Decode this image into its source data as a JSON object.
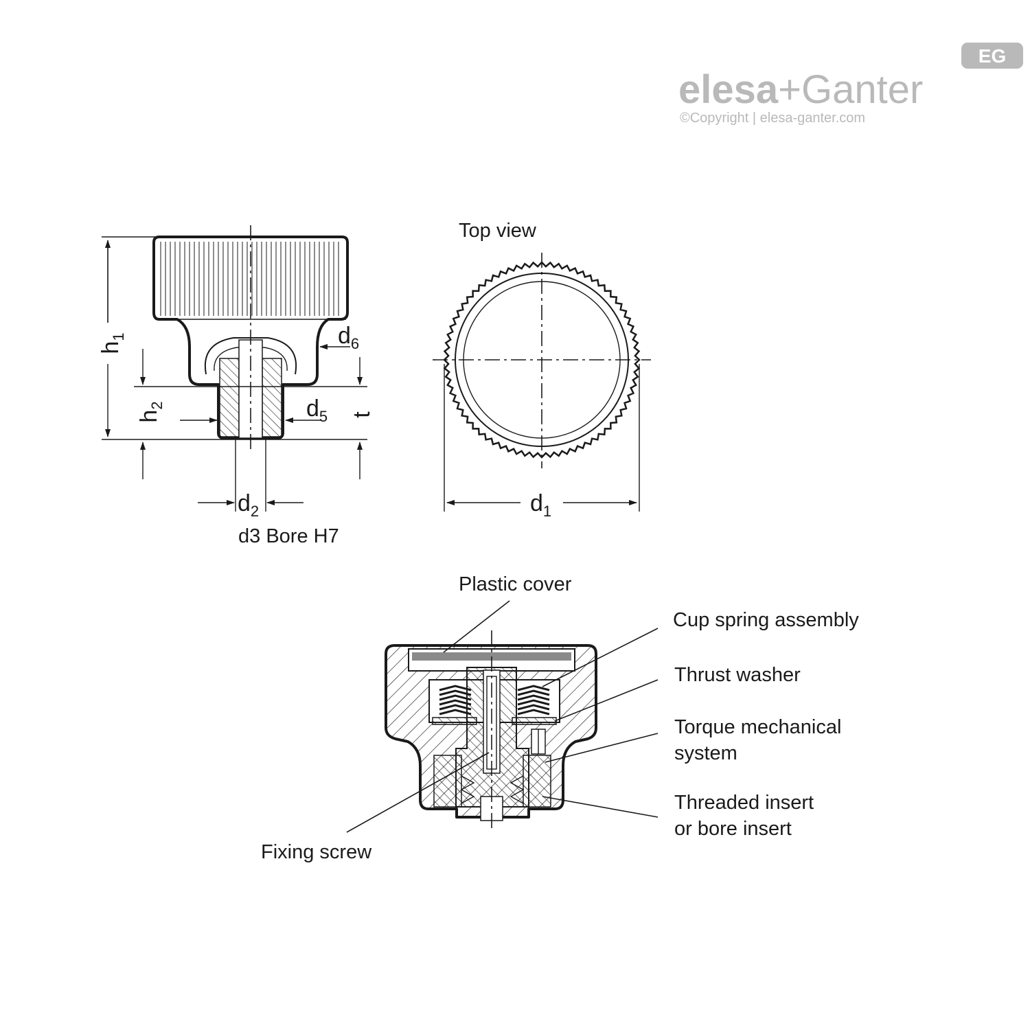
{
  "brand": {
    "badge": "EG",
    "name_left": "elesa",
    "plus": "+",
    "name_right": "Ganter",
    "copyright": "©Copyright | elesa-ganter.com",
    "color": "#b9b9b9"
  },
  "side_view": {
    "h1": "h",
    "h1_sub": "1",
    "h2": "h",
    "h2_sub": "2",
    "d6": "d",
    "d6_sub": "6",
    "d5": "d",
    "d5_sub": "5",
    "t": "t",
    "d2": "d",
    "d2_sub": "2",
    "bore": "d3 Bore H7"
  },
  "top_view": {
    "title": "Top view",
    "d1": "d",
    "d1_sub": "1"
  },
  "section_view": {
    "plastic_cover": "Plastic cover",
    "cup_spring": "Cup spring assembly",
    "thrust_washer": "Thrust washer",
    "torque_line1": "Torque mechanical",
    "torque_line2": "system",
    "insert_line1": "Threaded insert",
    "insert_line2": "or bore insert",
    "fixing_screw": "Fixing screw"
  }
}
